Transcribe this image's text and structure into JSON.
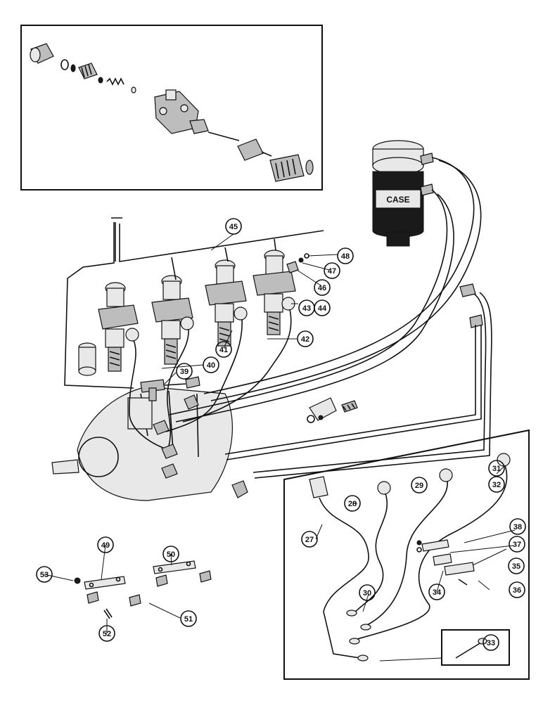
{
  "callouts": {
    "c27": "27",
    "c28": "28",
    "c29": "29",
    "c30": "30",
    "c31": "31",
    "c32": "32",
    "c33": "33",
    "c34": "34",
    "c35": "35",
    "c36": "36",
    "c37": "37",
    "c38": "38",
    "c39": "39",
    "c40": "40",
    "c41": "41",
    "c42": "42",
    "c43": "43",
    "c44": "44",
    "c45": "45",
    "c46": "46",
    "c47": "47",
    "c48": "48",
    "c49": "49",
    "c50": "50",
    "c51": "51",
    "c52": "52",
    "c53": "53"
  },
  "labels": {
    "filter_brand": "CASE"
  }
}
